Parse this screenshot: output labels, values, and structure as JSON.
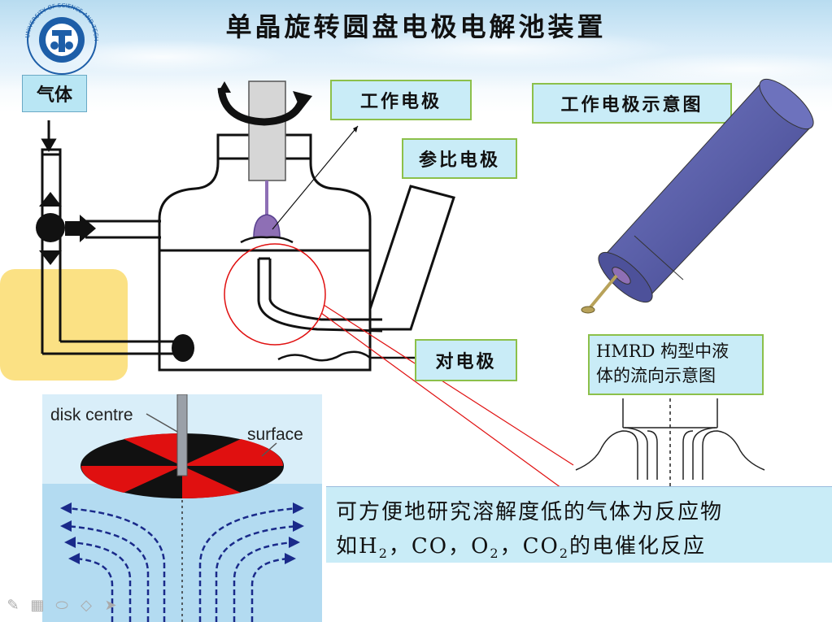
{
  "slide": {
    "title": "单晶旋转圆盘电极电解池装置",
    "logo_text": "UNIVERSITY OF SCIENCE AND TECHNOLOGY OF CHINA"
  },
  "labels": {
    "gas": "气体",
    "working_electrode": "工作电极",
    "reference_electrode": "参比电极",
    "counter_electrode": "对电极",
    "working_electrode_schematic": "工作电极示意图",
    "hmrd_line1": "HMRD 构型中液",
    "hmrd_line2": "体的流向示意图"
  },
  "flow_figure": {
    "disk_centre": "disk centre",
    "surface": "surface"
  },
  "note": {
    "line1": "可方便地研究溶解度低的气体为反应物",
    "line2_prefix": "如H",
    "sub2": "2",
    "sep1": "，CO，O",
    "sub2b": "2",
    "sep2": "，CO",
    "sub2c": "2",
    "line2_suffix": "的电催化反应"
  },
  "colors": {
    "label_bg": "#c9ecf7",
    "label_border": "#8cc04a",
    "highlight": "#fbdf7d",
    "electrode_body": "#5a5fa8",
    "electrode_tip": "#8e6fb5",
    "disk_red": "#e01010",
    "flow_arrows": "#1a2a8a"
  },
  "toolbar": {
    "icons": [
      "pen-icon",
      "grid-icon",
      "eraser-icon",
      "highlighter-icon",
      "pointer-icon"
    ]
  }
}
